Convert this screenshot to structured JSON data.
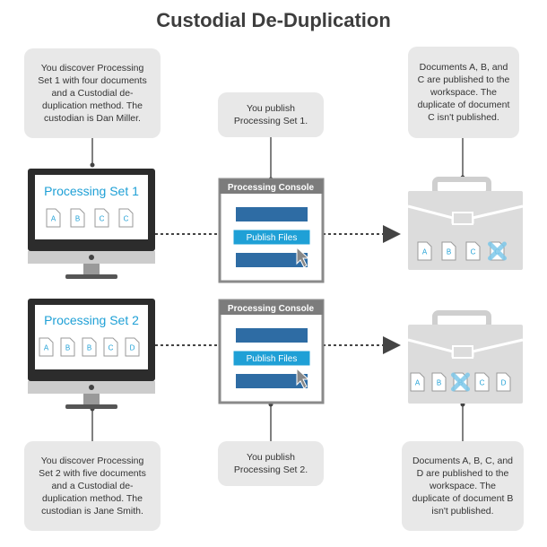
{
  "title": "Custodial De-Duplication",
  "row1": {
    "monitor_label": "Processing Set 1",
    "monitor_docs": [
      "A",
      "B",
      "C",
      "C"
    ],
    "callout_left": "You discover Processing Set 1 with four documents and a Custodial de-duplication method. The custodian is Dan Miller.",
    "callout_middle": "You publish Processing Set 1.",
    "callout_right": "Documents A, B, and C are published to the workspace. The duplicate of document C isn't published.",
    "console_title": "Processing Console",
    "console_button": "Publish Files",
    "case_docs": [
      "A",
      "B",
      "C",
      "C"
    ],
    "case_crossed_index": 3
  },
  "row2": {
    "monitor_label": "Processing Set 2",
    "monitor_docs": [
      "A",
      "B",
      "B",
      "C",
      "D"
    ],
    "callout_left": "You discover Processing Set 2 with five documents and a Custodial de-duplication method. The custodian is Jane Smith.",
    "callout_middle": "You publish Processing Set 2.",
    "callout_right": "Documents A, B, C, and D are published to the workspace. The duplicate of document B isn't published.",
    "console_title": "Processing Console",
    "console_button": "Publish Files",
    "case_docs": [
      "A",
      "B",
      "B",
      "C",
      "D"
    ],
    "case_crossed_index": 2
  },
  "colors": {
    "accent": "#1fa0d6",
    "console_bar": "#2e6ca4",
    "console_header": "#7c7c7c",
    "monitor_frame": "#2c2c2c",
    "callout_bg": "#e8e8e8",
    "case_bg": "#dcdcdc"
  }
}
